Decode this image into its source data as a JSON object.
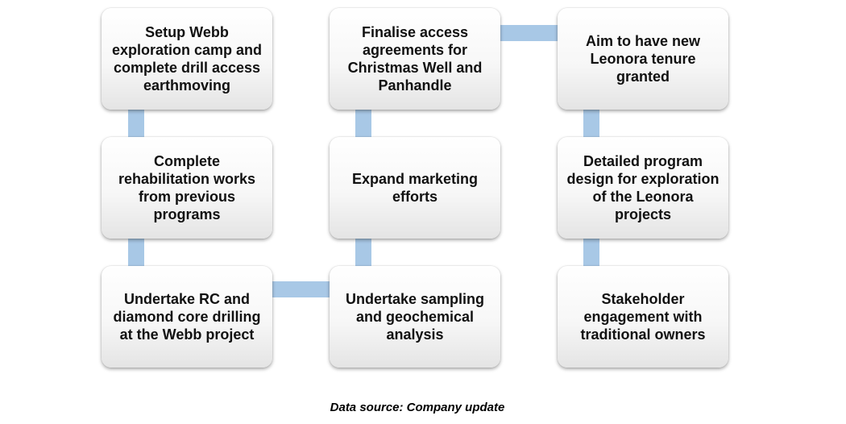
{
  "diagram": {
    "steps": [
      {
        "id": "step-1",
        "label": "Setup Webb exploration camp and complete drill access earthmoving"
      },
      {
        "id": "step-2",
        "label": "Complete rehabilitation works from previous programs"
      },
      {
        "id": "step-3",
        "label": "Undertake RC and diamond core drilling at the Webb project"
      },
      {
        "id": "step-4",
        "label": "Undertake sampling and geochemical analysis"
      },
      {
        "id": "step-5",
        "label": "Expand marketing efforts"
      },
      {
        "id": "step-6",
        "label": "Finalise access agreements for Christmas Well and Panhandle"
      },
      {
        "id": "step-7",
        "label": "Aim to have new Leonora tenure granted"
      },
      {
        "id": "step-8",
        "label": "Detailed program design for exploration of the Leonora projects"
      },
      {
        "id": "step-9",
        "label": "Stakeholder engagement with traditional owners"
      }
    ],
    "connector_color": "#a8c8e6"
  },
  "footer": {
    "source": "Data source: Company update"
  }
}
